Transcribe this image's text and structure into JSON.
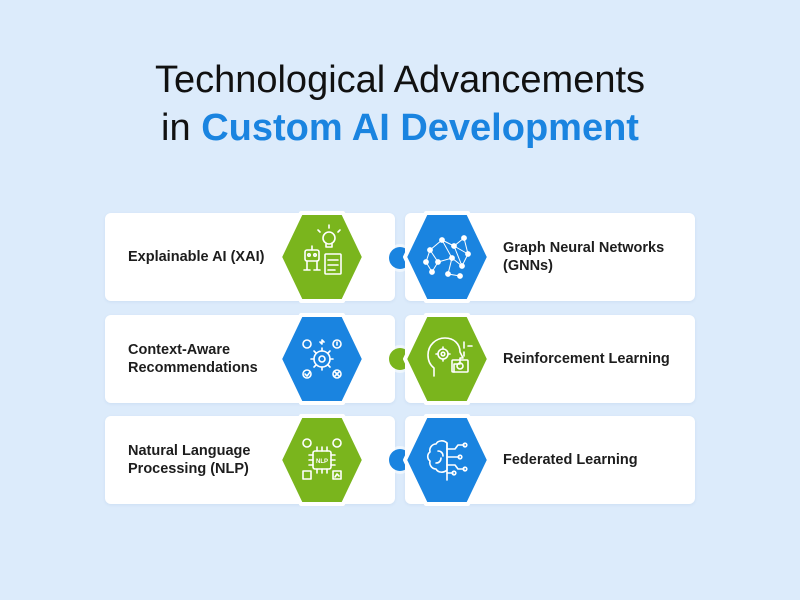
{
  "title": {
    "line1": "Technological Advancements",
    "line2_prefix": "in ",
    "line2_accent": "Custom AI Development"
  },
  "colors": {
    "background": "#dcebfb",
    "accent_blue": "#1a84e0",
    "accent_green": "#7ab51d"
  },
  "items": [
    {
      "label": "Explainable AI (XAI)",
      "side": "left",
      "hex_color": "green",
      "icon": "xai-robot-lightbulb-icon"
    },
    {
      "label": "Graph Neural Networks (GNNs)",
      "side": "right",
      "hex_color": "blue",
      "icon": "neural-network-graph-icon"
    },
    {
      "label": "Context-Aware Recommendations",
      "side": "left",
      "hex_color": "blue",
      "icon": "recommendation-gear-icon"
    },
    {
      "label": "Reinforcement Learning",
      "side": "right",
      "hex_color": "green",
      "icon": "head-gears-icon"
    },
    {
      "label": "Natural Language Processing (NLP)",
      "side": "left",
      "hex_color": "green",
      "icon": "nlp-chip-icon"
    },
    {
      "label": "Federated Learning",
      "side": "right",
      "hex_color": "blue",
      "icon": "brain-circuit-icon"
    }
  ],
  "row_dots": [
    "blue",
    "green",
    "blue"
  ]
}
